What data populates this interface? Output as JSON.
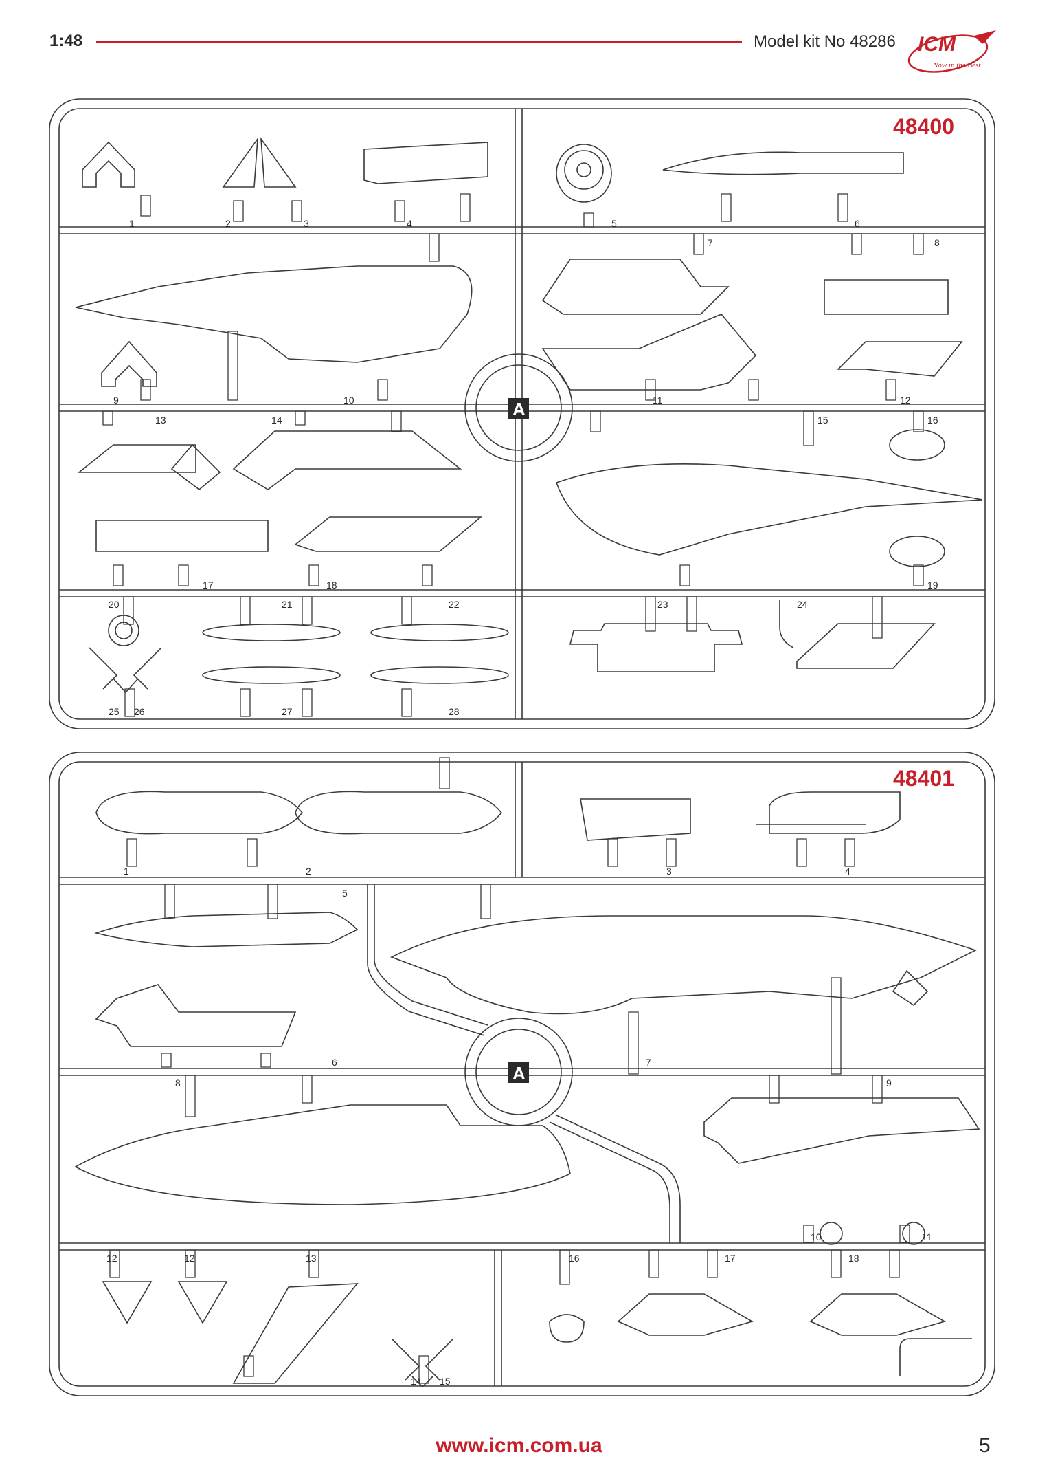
{
  "header": {
    "scale": "1:48",
    "kit": "Model kit No 48286"
  },
  "logo": {
    "name": "ICM",
    "tagline": "Now in the Best"
  },
  "sprues": [
    {
      "code": "48400",
      "letter": "A",
      "parts": [
        "1",
        "2",
        "3",
        "4",
        "5",
        "7",
        "6",
        "8",
        "9",
        "10",
        "11",
        "12",
        "13",
        "14",
        "15",
        "16",
        "17",
        "18",
        "19",
        "20",
        "21",
        "22",
        "23",
        "24",
        "25",
        "26",
        "27",
        "28"
      ]
    },
    {
      "code": "48401",
      "letter": "A",
      "parts": [
        "1",
        "2",
        "3",
        "4",
        "5",
        "6",
        "7",
        "8",
        "9",
        "10",
        "11",
        "12",
        "12",
        "13",
        "14",
        "15",
        "16",
        "17",
        "18"
      ]
    }
  ],
  "footer": {
    "url": "www.icm.com.ua",
    "page": "5"
  }
}
